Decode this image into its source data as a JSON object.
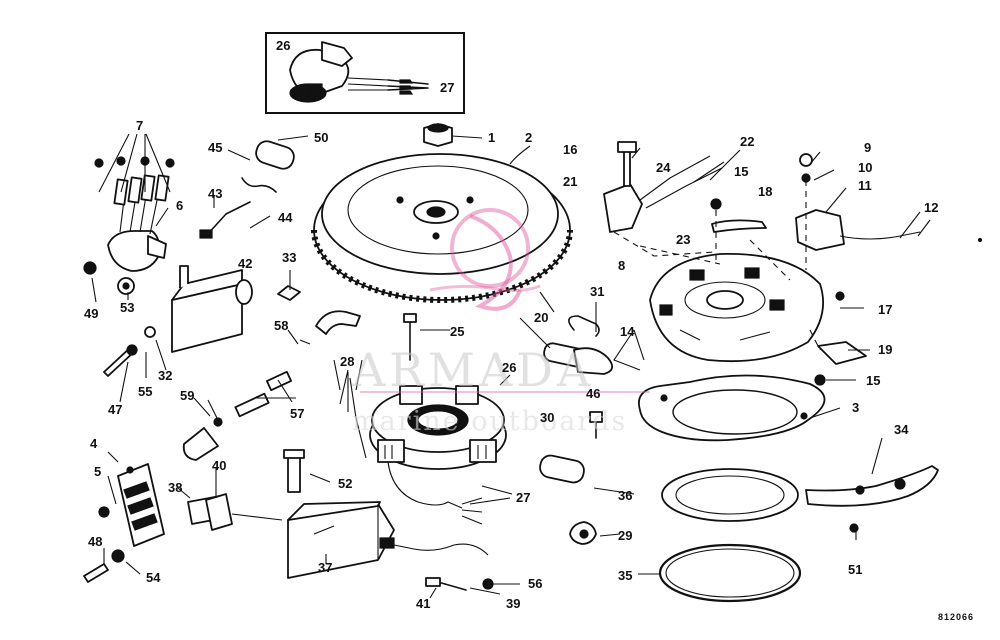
{
  "callouts": {
    "c1": "1",
    "c2": "2",
    "c3": "3",
    "c4": "4",
    "c5": "5",
    "c6": "6",
    "c7": "7",
    "c8": "8",
    "c9": "9",
    "c10": "10",
    "c11": "11",
    "c12": "12",
    "c14": "14",
    "c15a": "15",
    "c15b": "15",
    "c16": "16",
    "c17": "17",
    "c18": "18",
    "c19": "19",
    "c20": "20",
    "c21": "21",
    "c22": "22",
    "c23": "23",
    "c24": "24",
    "c25": "25",
    "c26a": "26",
    "c26b": "26",
    "c27a": "27",
    "c27b": "27",
    "c28": "28",
    "c29": "29",
    "c30": "30",
    "c31": "31",
    "c32": "32",
    "c33": "33",
    "c34": "34",
    "c35": "35",
    "c36": "36",
    "c37": "37",
    "c38": "38",
    "c39": "39",
    "c40": "40",
    "c41": "41",
    "c42": "42",
    "c43": "43",
    "c44": "44",
    "c45": "45",
    "c46": "46",
    "c47": "47",
    "c48": "48",
    "c49": "49",
    "c50": "50",
    "c51": "51",
    "c52": "52",
    "c53": "53",
    "c54": "54",
    "c55": "55",
    "c56": "56",
    "c57": "57",
    "c58": "58",
    "c59": "59"
  },
  "watermark": {
    "brand": "ARMADA",
    "tagline": "marine outboards",
    "accent": "#e05aa0"
  },
  "drawing_code": "812066"
}
